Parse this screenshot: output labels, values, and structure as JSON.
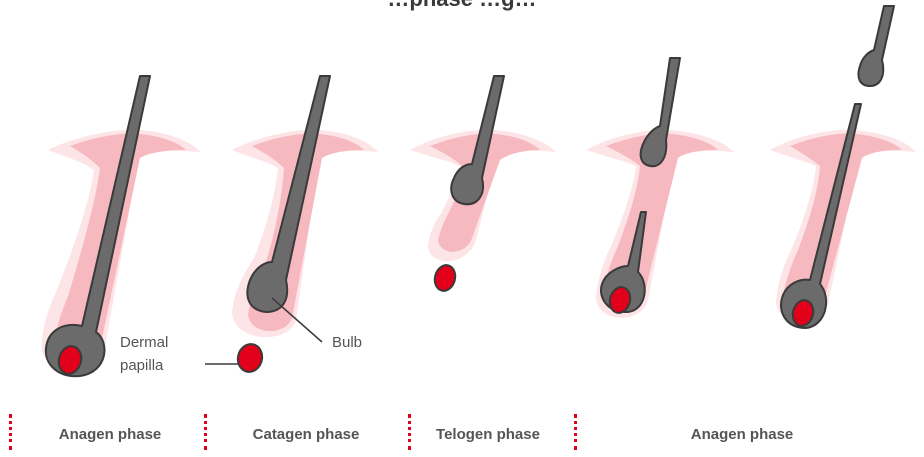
{
  "title": "…phase …g…",
  "annotations": {
    "dermal_papilla_line1": "Dermal",
    "dermal_papilla_line2": "papilla",
    "bulb": "Bulb"
  },
  "phases": [
    {
      "label": "Anagen phase"
    },
    {
      "label": "Catagen phase"
    },
    {
      "label": "Telogen phase"
    },
    {
      "label": "Anagen phase"
    }
  ],
  "colors": {
    "follicle_outer": "#fde4e6",
    "follicle_inner": "#f7b9c0",
    "hair_fill": "#6b6b6b",
    "hair_stroke": "#3a3a3a",
    "papilla": "#e2001a",
    "divider": "#e2001a"
  }
}
